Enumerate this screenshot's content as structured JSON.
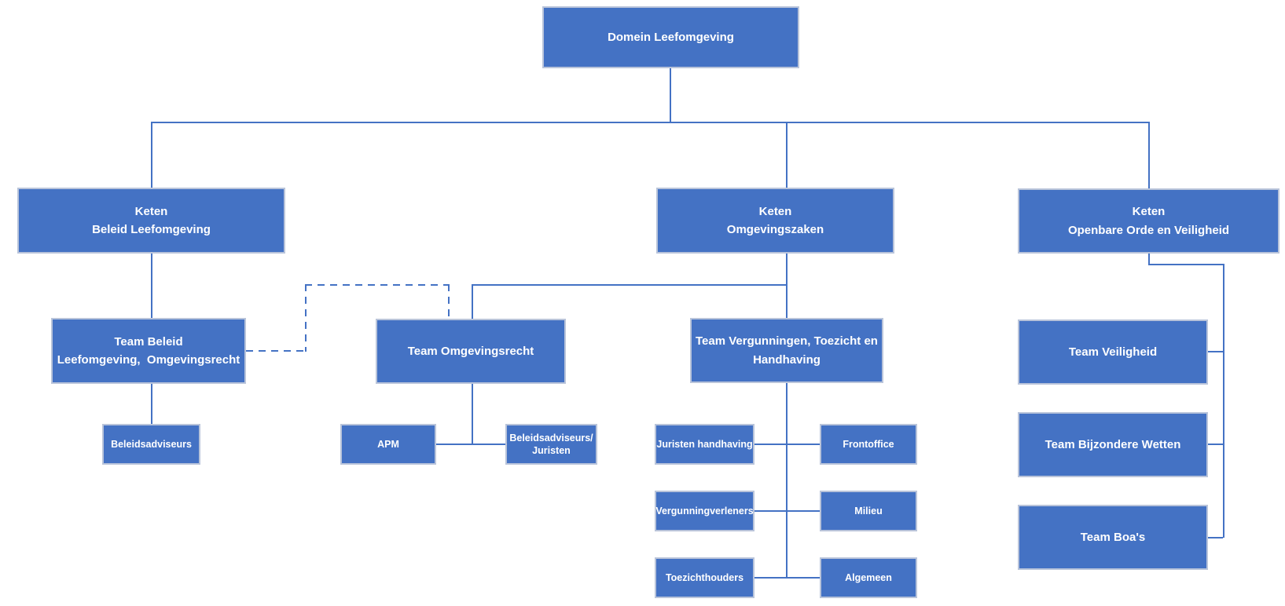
{
  "colors": {
    "box_fill": "#4472C4",
    "box_border": "#b9c4da",
    "line": "#4472C4",
    "box_text": "#ffffff"
  },
  "nodes": {
    "domein": {
      "label": "Domein Leefomgeving"
    },
    "keten_beleid": {
      "label": "Keten\nBeleid Leefomgeving"
    },
    "keten_omgevingszaken": {
      "label": "Keten\nOmgevingszaken"
    },
    "keten_oov": {
      "label": "Keten\nOpenbare Orde en Veiligheid"
    },
    "team_beleid": {
      "label": "Team Beleid\nLeefomgeving,  Omgevingsrecht"
    },
    "team_omgevingsrecht": {
      "label": "Team Omgevingsrecht"
    },
    "team_vth": {
      "label": "Team Vergunningen, Toezicht en\nHandhaving"
    },
    "team_veiligheid": {
      "label": "Team Veiligheid"
    },
    "team_bijzondere_wetten": {
      "label": "Team Bijzondere Wetten"
    },
    "team_boas": {
      "label": "Team Boa's"
    },
    "beleidsadviseurs": {
      "label": "Beleidsadviseurs"
    },
    "apm": {
      "label": "APM"
    },
    "beleidsadviseurs_juristen": {
      "label": "Beleidsadviseurs/\nJuristen"
    },
    "juristen_handhaving": {
      "label": "Juristen handhaving"
    },
    "frontoffice": {
      "label": "Frontoffice"
    },
    "vergunningverleners": {
      "label": "Vergunningverleners"
    },
    "milieu": {
      "label": "Milieu"
    },
    "toezichthouders": {
      "label": "Toezichthouders"
    },
    "algemeen": {
      "label": "Algemeen"
    }
  },
  "edges": [
    {
      "from": "domein",
      "to": "keten_beleid",
      "style": "solid"
    },
    {
      "from": "domein",
      "to": "keten_omgevingszaken",
      "style": "solid"
    },
    {
      "from": "domein",
      "to": "keten_oov",
      "style": "solid"
    },
    {
      "from": "keten_beleid",
      "to": "team_beleid",
      "style": "solid"
    },
    {
      "from": "keten_omgevingszaken",
      "to": "team_omgevingsrecht",
      "style": "solid"
    },
    {
      "from": "keten_omgevingszaken",
      "to": "team_vth",
      "style": "solid"
    },
    {
      "from": "keten_oov",
      "to": "team_veiligheid",
      "style": "solid"
    },
    {
      "from": "keten_oov",
      "to": "team_bijzondere_wetten",
      "style": "solid"
    },
    {
      "from": "keten_oov",
      "to": "team_boas",
      "style": "solid"
    },
    {
      "from": "team_beleid",
      "to": "beleidsadviseurs",
      "style": "solid"
    },
    {
      "from": "team_omgevingsrecht",
      "to": "apm",
      "style": "solid"
    },
    {
      "from": "team_omgevingsrecht",
      "to": "beleidsadviseurs_juristen",
      "style": "solid"
    },
    {
      "from": "team_vth",
      "to": "juristen_handhaving",
      "style": "solid"
    },
    {
      "from": "team_vth",
      "to": "frontoffice",
      "style": "solid"
    },
    {
      "from": "team_vth",
      "to": "vergunningverleners",
      "style": "solid"
    },
    {
      "from": "team_vth",
      "to": "milieu",
      "style": "solid"
    },
    {
      "from": "team_vth",
      "to": "toezichthouders",
      "style": "solid"
    },
    {
      "from": "team_vth",
      "to": "algemeen",
      "style": "solid"
    },
    {
      "from": "team_beleid",
      "to": "team_omgevingsrecht",
      "style": "dashed"
    }
  ]
}
